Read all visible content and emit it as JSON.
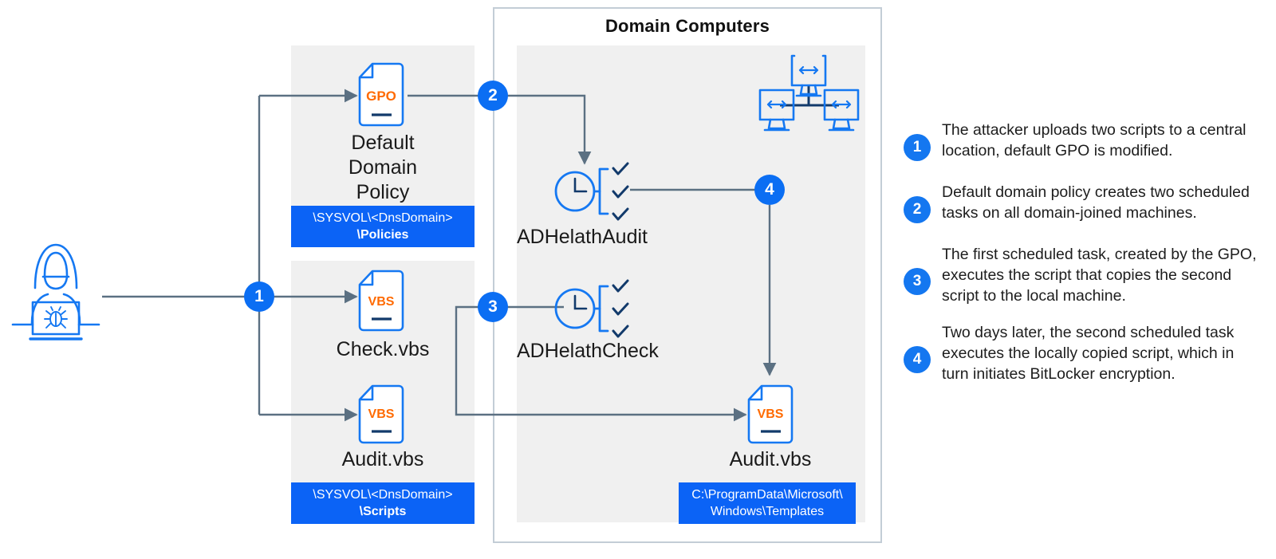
{
  "diagram": {
    "panel_title": "Domain Computers",
    "left_nodes": [
      {
        "id": "gpo",
        "icon": "gpo-document-icon",
        "icon_text": "GPO",
        "label": "Default\nDomain\nPolicy",
        "path_prefix": "\\SYSVOL\\<DnsDomain>",
        "path_bold": "\\Policies"
      },
      {
        "id": "check-vbs",
        "icon": "vbs-document-icon",
        "icon_text": "VBS",
        "label": "Check.vbs"
      },
      {
        "id": "audit-vbs",
        "icon": "vbs-document-icon",
        "icon_text": "VBS",
        "label": "Audit.vbs",
        "path_prefix": "\\SYSVOL\\<DnsDomain>",
        "path_bold": "\\Scripts"
      }
    ],
    "right_nodes": [
      {
        "id": "task-audit",
        "icon": "scheduled-task-icon",
        "label": "ADHelathAudit"
      },
      {
        "id": "task-check",
        "icon": "scheduled-task-icon",
        "label": "ADHelathCheck"
      },
      {
        "id": "audit-vbs-local",
        "icon": "vbs-document-icon",
        "icon_text": "VBS",
        "label": "Audit.vbs",
        "path_line1": "C:\\ProgramData\\Microsoft\\",
        "path_line2": "Windows\\Templates"
      }
    ],
    "attacker_icon": "hacker-laptop-icon",
    "network_icon": "domain-computers-network-icon",
    "step_markers": [
      "1",
      "2",
      "3",
      "4"
    ]
  },
  "legend": {
    "items": [
      {
        "num": "1",
        "text": "The attacker uploads two scripts to a central location, default GPO is modified."
      },
      {
        "num": "2",
        "text": "Default domain policy creates two scheduled tasks on all domain-joined machines."
      },
      {
        "num": "3",
        "text": "The first scheduled task, created by the GPO, executes the script that copies the second script to the local machine."
      },
      {
        "num": "4",
        "text": "Two days later, the second scheduled task executes the locally copied script, which in turn initiates BitLocker encryption."
      }
    ]
  },
  "colors": {
    "accent_blue": "#0b63f6",
    "icon_blue": "#1578f2",
    "dark_navy": "#123a6b",
    "orange": "#ff6a00",
    "connector_gray": "#5b7082",
    "panel_gray": "#f0f0f0",
    "border_gray": "#c3cdd6"
  }
}
